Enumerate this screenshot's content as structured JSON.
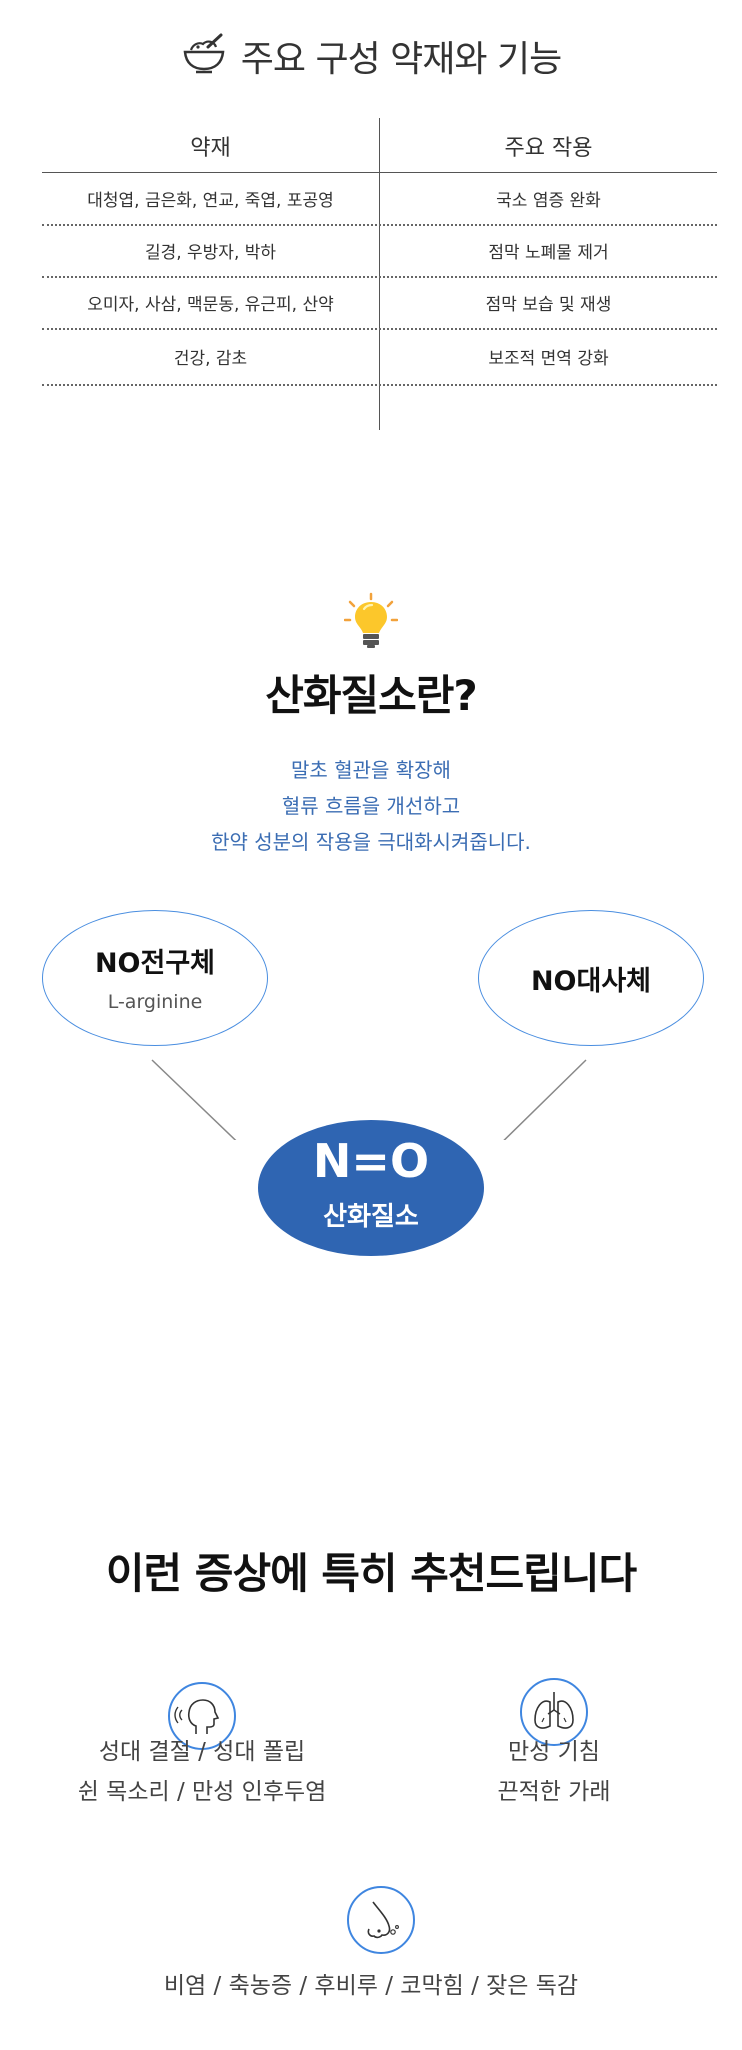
{
  "herbs": {
    "title": "주요 구성 약재와 기능",
    "icon": "mortar-bowl-icon",
    "headers": [
      "약재",
      "주요 작용"
    ],
    "rows": [
      [
        "대청엽, 금은화, 연교, 죽엽, 포공영",
        "국소 염증 완화"
      ],
      [
        "길경, 우방자, 박하",
        "점막 노폐물 제거"
      ],
      [
        "오미자, 사삼, 맥문동, 유근피, 산약",
        "점막 보습 및 재생"
      ],
      [
        "건강, 감초",
        "보조적 면역 강화"
      ]
    ]
  },
  "no": {
    "icon": "lightbulb-icon",
    "title": "산화질소란?",
    "desc": [
      "말초 혈관을 확장해",
      "혈류 흐름을 개선하고",
      "한약 성분의 작용을 극대화시켜줍니다."
    ],
    "left": {
      "title": "NO전구체",
      "sub": "L-arginine"
    },
    "right": {
      "title": "NO대사체"
    },
    "center": {
      "formula": "N=O",
      "label": "산화질소"
    },
    "accent": "#2f65b2",
    "desc_color": "#3b6db3"
  },
  "symptoms": {
    "title": "이런 증상에 특히 추천드립니다",
    "items": [
      {
        "icon": "throat-voice-icon",
        "lines": [
          "성대 결절 / 성대 폴립",
          "쉰 목소리 / 만성 인후두염"
        ]
      },
      {
        "icon": "lungs-icon",
        "lines": [
          "만성 기침",
          "끈적한 가래"
        ]
      },
      {
        "icon": "nose-icon",
        "lines": [
          "비염 / 축농증 / 후비루 / 코막힘 / 잦은 독감"
        ]
      }
    ],
    "icon_color": "#3f86e0"
  }
}
